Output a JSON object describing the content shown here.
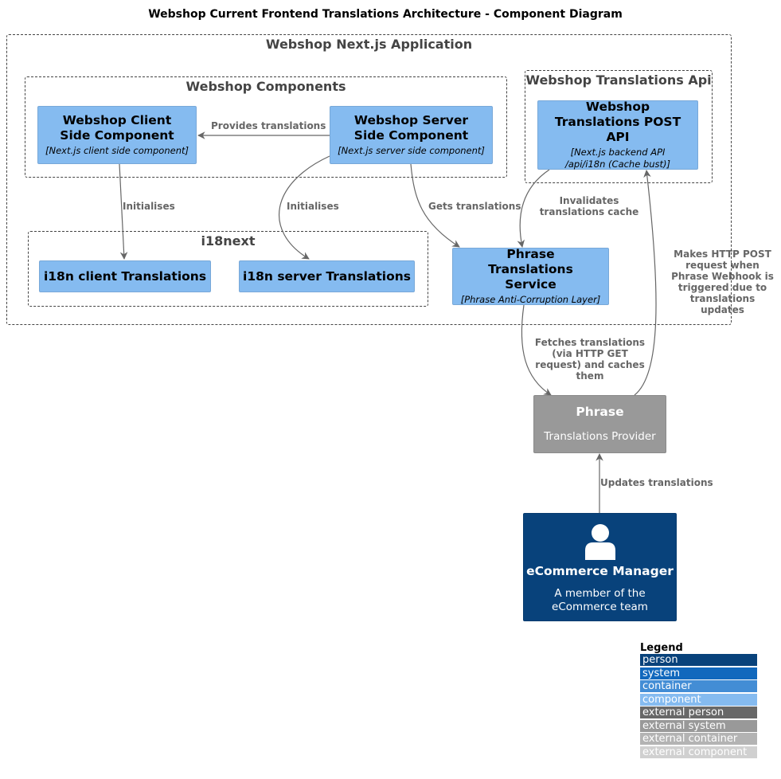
{
  "title": "Webshop Current Frontend Translations Architecture - Component Diagram",
  "boundaries": {
    "app": "Webshop Next.js Application",
    "components": "Webshop Components",
    "i18next": "i18next",
    "api": "Webshop Translations Api"
  },
  "components": {
    "client": {
      "name": "Webshop Client Side Component",
      "tech": "[Next.js client side component]"
    },
    "server": {
      "name": "Webshop Server Side Component",
      "tech": "[Next.js server side component]"
    },
    "post_api": {
      "name": "Webshop Translations POST API",
      "tech": "[Next.js backend API /api/i18n (Cache bust)]"
    },
    "i18n_client": {
      "name": "i18n client Translations"
    },
    "i18n_server": {
      "name": "i18n server Translations"
    },
    "phrase_service": {
      "name": "Phrase Translations Service",
      "tech": "[Phrase Anti-Corruption Layer]"
    }
  },
  "external": {
    "phrase": {
      "name": "Phrase",
      "desc": "Translations Provider"
    }
  },
  "person": {
    "name": "eCommerce Manager",
    "desc": "A member of the eCommerce team"
  },
  "relations": {
    "provides": "Provides translations",
    "client_init": "Initialises",
    "server_init": "Initialises",
    "gets": "Gets translations",
    "invalidates": "Invalidates translations cache",
    "fetches": "Fetches translations (via HTTP GET request) and caches them",
    "webhook": "Makes HTTP POST request when Phrase Webhook is triggered due to translations updates",
    "updates": "Updates translations"
  },
  "legend": {
    "title": "Legend",
    "items": [
      {
        "label": "person",
        "color": "#08427B"
      },
      {
        "label": "system",
        "color": "#1168BD"
      },
      {
        "label": "container",
        "color": "#438DD5"
      },
      {
        "label": "component",
        "color": "#85BBF0"
      },
      {
        "label": "external person",
        "color": "#686868"
      },
      {
        "label": "external system",
        "color": "#999999"
      },
      {
        "label": "external container",
        "color": "#B3B3B3"
      },
      {
        "label": "external component",
        "color": "#D0D0D0"
      }
    ]
  },
  "colors": {
    "component": "#85BBF0",
    "external_system": "#999999",
    "person": "#08427B",
    "arrow": "#666666"
  },
  "icons": {
    "person": "person-icon"
  }
}
